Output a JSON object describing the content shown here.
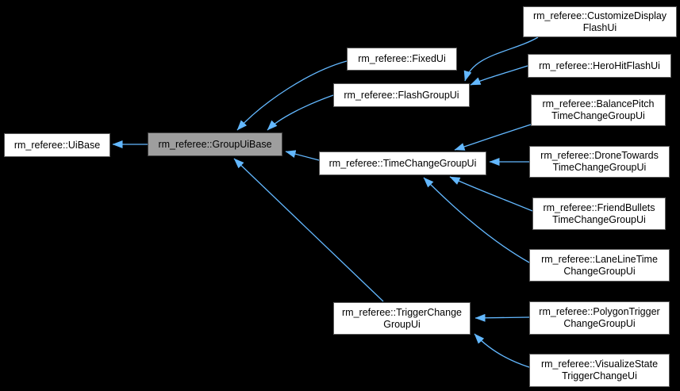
{
  "diagram": {
    "type": "class-inheritance-graph",
    "background_color": "#000000",
    "arrow_color": "#63B8FF",
    "node_fill": "#ffffff",
    "highlight_node_fill": "#9e9e9e",
    "nodes": {
      "uibase": {
        "label": "rm_referee::UiBase",
        "highlighted": false
      },
      "groupuibase": {
        "label": "rm_referee::GroupUiBase",
        "highlighted": true
      },
      "fixedui": {
        "label": "rm_referee::FixedUi",
        "highlighted": false
      },
      "flashgroupui": {
        "label": "rm_referee::FlashGroupUi",
        "highlighted": false
      },
      "timechangegroupui": {
        "label": "rm_referee::TimeChangeGroupUi",
        "highlighted": false
      },
      "triggerchangegroupui": {
        "label": "rm_referee::TriggerChange\nGroupUi",
        "highlighted": false
      },
      "customizedisplayflashui": {
        "label": "rm_referee::CustomizeDisplay\nFlashUi",
        "highlighted": false
      },
      "herohitflashui": {
        "label": "rm_referee::HeroHitFlashUi",
        "highlighted": false
      },
      "balancepitchtimechangegroupui": {
        "label": "rm_referee::BalancePitch\nTimeChangeGroupUi",
        "highlighted": false
      },
      "dronetowardstimechangegroupui": {
        "label": "rm_referee::DroneTowards\nTimeChangeGroupUi",
        "highlighted": false
      },
      "friendbulletstimechangegroupui": {
        "label": "rm_referee::FriendBullets\nTimeChangeGroupUi",
        "highlighted": false
      },
      "lanelinetimechangegroupui": {
        "label": "rm_referee::LaneLineTime\nChangeGroupUi",
        "highlighted": false
      },
      "polygontriggerchangegroupui": {
        "label": "rm_referee::PolygonTrigger\nChangeGroupUi",
        "highlighted": false
      },
      "visualizestatetriggerchangeui": {
        "label": "rm_referee::VisualizeState\nTriggerChangeUi",
        "highlighted": false
      }
    },
    "edges": [
      {
        "child": "rm_referee::GroupUiBase",
        "parent": "rm_referee::UiBase"
      },
      {
        "child": "rm_referee::FixedUi",
        "parent": "rm_referee::GroupUiBase"
      },
      {
        "child": "rm_referee::FlashGroupUi",
        "parent": "rm_referee::GroupUiBase"
      },
      {
        "child": "rm_referee::TimeChangeGroupUi",
        "parent": "rm_referee::GroupUiBase"
      },
      {
        "child": "rm_referee::TriggerChangeGroupUi",
        "parent": "rm_referee::GroupUiBase"
      },
      {
        "child": "rm_referee::CustomizeDisplayFlashUi",
        "parent": "rm_referee::FlashGroupUi"
      },
      {
        "child": "rm_referee::HeroHitFlashUi",
        "parent": "rm_referee::FlashGroupUi"
      },
      {
        "child": "rm_referee::BalancePitchTimeChangeGroupUi",
        "parent": "rm_referee::TimeChangeGroupUi"
      },
      {
        "child": "rm_referee::DroneTowardsTimeChangeGroupUi",
        "parent": "rm_referee::TimeChangeGroupUi"
      },
      {
        "child": "rm_referee::FriendBulletsTimeChangeGroupUi",
        "parent": "rm_referee::TimeChangeGroupUi"
      },
      {
        "child": "rm_referee::LaneLineTimeChangeGroupUi",
        "parent": "rm_referee::TimeChangeGroupUi"
      },
      {
        "child": "rm_referee::PolygonTriggerChangeGroupUi",
        "parent": "rm_referee::TriggerChangeGroupUi"
      },
      {
        "child": "rm_referee::VisualizeStateTriggerChangeUi",
        "parent": "rm_referee::TriggerChangeGroupUi"
      }
    ]
  }
}
